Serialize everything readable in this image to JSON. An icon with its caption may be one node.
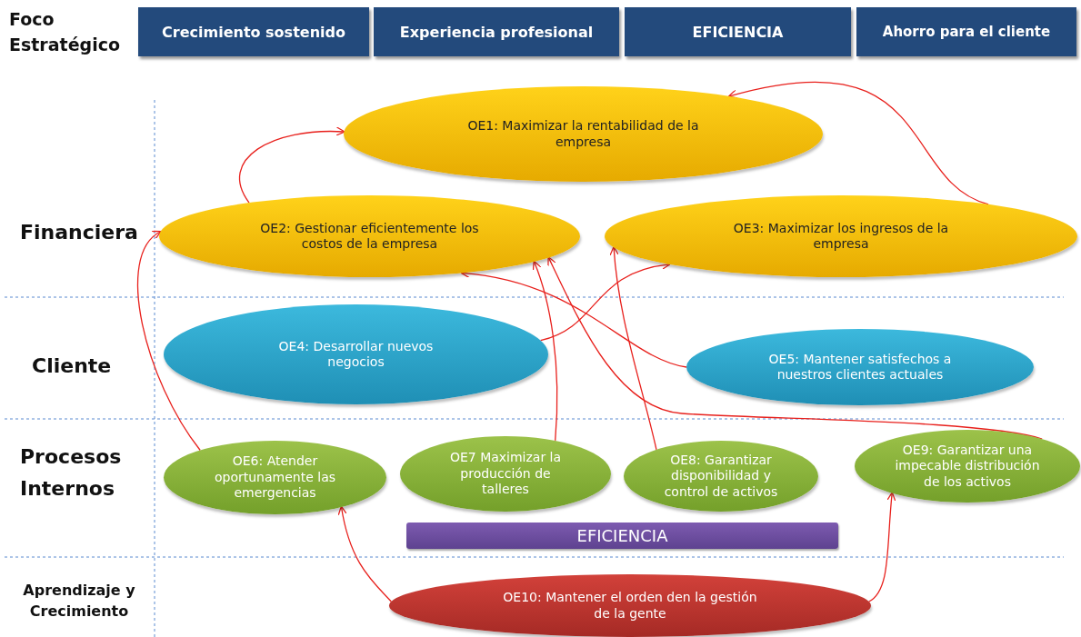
{
  "diagram": {
    "nodes": [
      {
        "text": [
          "Crecimiento sostenido"
        ]
      },
      {
        "text": [
          "Experiencia profesional"
        ]
      },
      {
        "text": [
          "EFICIENCIA"
        ]
      },
      {
        "text": [
          "Ahorro para el cliente"
        ]
      },
      {
        "text": [
          "OE1: Maximizar la rentabilidad de la empresa"
        ]
      },
      {
        "text": [
          "OE2: Gestionar eficientemente los costos de la empresa"
        ]
      },
      {
        "text": [
          "OE3: Maximizar los ingresos de la empresa"
        ]
      },
      {
        "text": [
          "OE4: Desarrollar nuevos negocios"
        ]
      },
      {
        "text": [
          "OE5: Mantener satisfechos a nuestros clientes actuales"
        ]
      },
      {
        "text": [
          "OE6: Atender oportunamente las emergencias"
        ]
      },
      {
        "text": [
          "OE7 Maximizar la producción de talleres"
        ]
      },
      {
        "text": [
          "OE8: Garantizar disponibilidad y control de activos"
        ]
      },
      {
        "text": [
          "OE9: Garantizar una impecable distribución de los activos"
        ]
      },
      {
        "text": [
          "EFICIENCIA"
        ]
      },
      {
        "text": [
          "OE10: Mantener el orden den la gestión de la gente"
        ]
      }
    ],
    "edges": [
      {
        "from": 5,
        "to": 4,
        "arrow": "to"
      },
      {
        "from": 6,
        "to": 4,
        "arrow": "to"
      },
      {
        "from": 9,
        "to": 5,
        "arrow": "to"
      },
      {
        "from": 10,
        "to": 5,
        "arrow": "to"
      },
      {
        "from": 7,
        "to": 6,
        "arrow": "to"
      },
      {
        "from": 11,
        "to": 6,
        "arrow": "to"
      },
      {
        "from": 8,
        "to": 5,
        "arrow": "to"
      },
      {
        "from": 12,
        "to": 5,
        "arrow": "to"
      },
      {
        "from": 14,
        "to": 9,
        "arrow": "to"
      },
      {
        "from": 14,
        "to": 12,
        "arrow": "to"
      }
    ],
    "labels": [
      "Foco Estratégico",
      "Financiera",
      "Cliente",
      "Procesos Internos",
      "Aprendizaje y Crecimiento"
    ]
  }
}
